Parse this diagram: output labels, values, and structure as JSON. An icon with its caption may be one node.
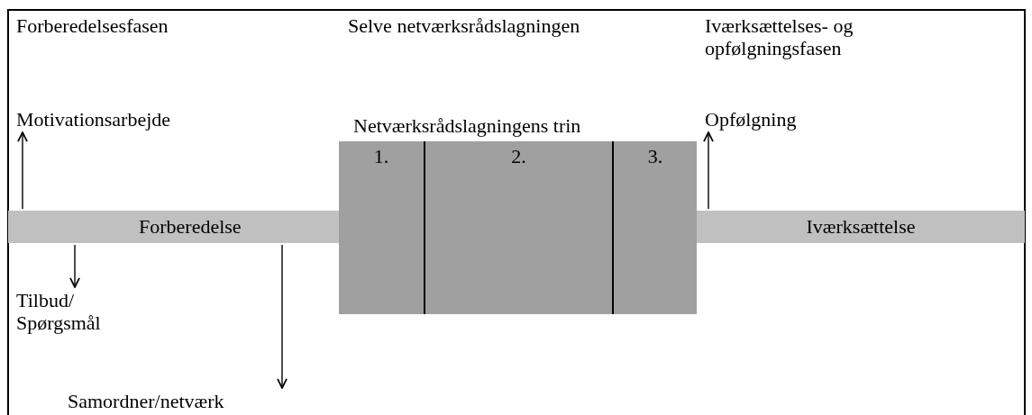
{
  "diagram": {
    "nodes": [
      {
        "text": [
          "Motivationsarbejde"
        ]
      },
      {
        "text": [
          "Forberedelse"
        ]
      },
      {
        "text": [
          "Tilbud/ Spørgsmål"
        ]
      },
      {
        "text": [
          "Samordner/netværk"
        ]
      },
      {
        "text": [
          "Netværksrådslagningens trin"
        ]
      },
      {
        "text": [
          "1."
        ],
        "in": 4
      },
      {
        "text": [
          "2."
        ],
        "in": 4
      },
      {
        "text": [
          "3."
        ],
        "in": 4
      },
      {
        "text": [
          "Opfølgning"
        ]
      },
      {
        "text": [
          "Iværksættelse"
        ]
      }
    ],
    "edges": [
      {
        "from": 1,
        "to": 0,
        "arrow": "to"
      },
      {
        "from": 1,
        "to": 2,
        "arrow": "to"
      },
      {
        "from": 1,
        "to": 3,
        "arrow": "to"
      },
      {
        "from": 9,
        "to": 8,
        "arrow": "to"
      }
    ],
    "labels": [
      "Forberedelsesfasen",
      "Selve netværksrådslagningen",
      "Iværksættelses- og opfølgningsfasen"
    ]
  }
}
